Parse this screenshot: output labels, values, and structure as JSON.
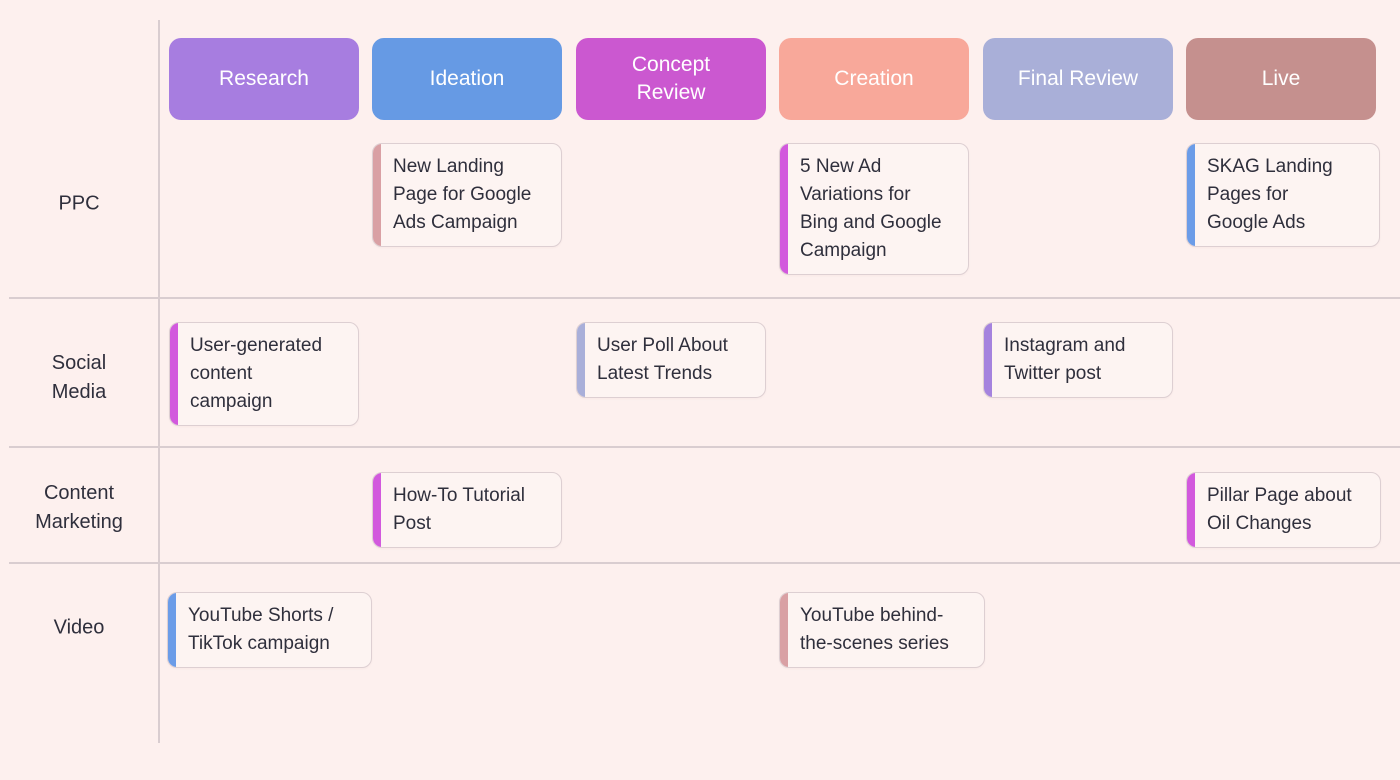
{
  "board": {
    "background_color": "#fdf0ee",
    "grid_line_color": "#d9cdd0",
    "text_color": "#2f2f3c",
    "columns": [
      {
        "label": "Research",
        "color": "#a77de0"
      },
      {
        "label": "Ideation",
        "color": "#669ae4"
      },
      {
        "label": "Concept\nReview",
        "color": "#cb58d0"
      },
      {
        "label": "Creation",
        "color": "#f8a89a"
      },
      {
        "label": "Final Review",
        "color": "#a9afd8"
      },
      {
        "label": "Live",
        "color": "#c5908e"
      }
    ],
    "rows": [
      {
        "label": "PPC"
      },
      {
        "label": "Social\nMedia"
      },
      {
        "label": "Content\nMarketing"
      },
      {
        "label": "Video"
      }
    ],
    "cards": [
      {
        "title": "New Landing\nPage for Google\nAds Campaign",
        "row": "PPC",
        "column": "Ideation",
        "accent": "#d9a0a4"
      },
      {
        "title": "5 New Ad\nVariations for\nBing and Google\nCampaign",
        "row": "PPC",
        "column": "Creation",
        "accent": "#d259dd"
      },
      {
        "title": "SKAG Landing\nPages for\nGoogle Ads",
        "row": "PPC",
        "column": "Live",
        "accent": "#6b9ce8"
      },
      {
        "title": "User-generated\ncontent\ncampaign",
        "row": "Social Media",
        "column": "Research",
        "accent": "#d259dd"
      },
      {
        "title": "User Poll About\nLatest Trends",
        "row": "Social Media",
        "column": "Concept Review",
        "accent": "#a9afd9"
      },
      {
        "title": "Instagram and\nTwitter post",
        "row": "Social Media",
        "column": "Final Review",
        "accent": "#a583de"
      },
      {
        "title": "How-To Tutorial\nPost",
        "row": "Content Marketing",
        "column": "Ideation",
        "accent": "#d259dd"
      },
      {
        "title": "Pillar Page about\nOil Changes",
        "row": "Content Marketing",
        "column": "Live",
        "accent": "#d259dd"
      },
      {
        "title": "YouTube Shorts /\nTikTok campaign",
        "row": "Video",
        "column": "Research",
        "accent": "#6b9ce8"
      },
      {
        "title": "YouTube behind-\nthe-scenes series",
        "row": "Video",
        "column": "Creation",
        "accent": "#d9a0a4"
      }
    ]
  }
}
